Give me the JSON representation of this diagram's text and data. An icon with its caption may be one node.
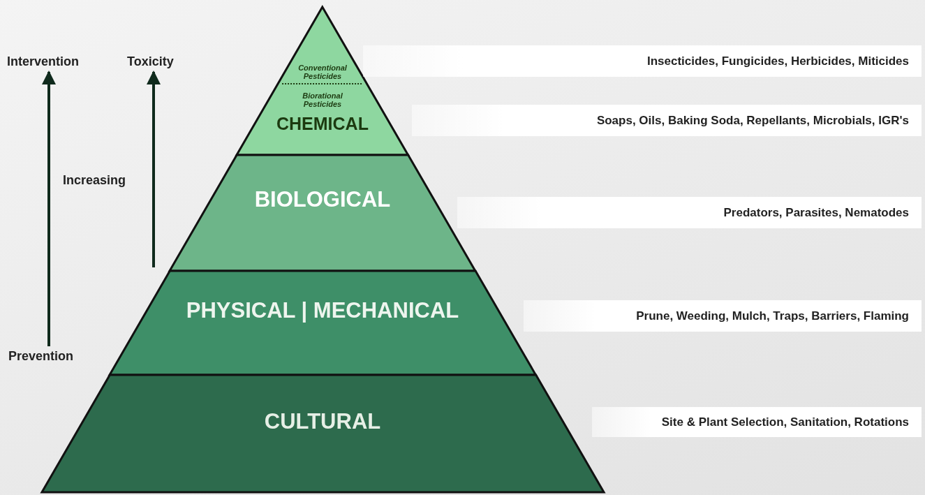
{
  "diagram": {
    "nodes": [
      {
        "text": [
          "Conventional Pesticides",
          "Biorational Pesticides",
          "CHEMICAL"
        ]
      },
      {
        "text": [
          "BIOLOGICAL"
        ]
      },
      {
        "text": [
          "PHYSICAL | MECHANICAL"
        ]
      },
      {
        "text": [
          "CULTURAL"
        ]
      },
      {
        "text": [
          "Insecticides, Fungicides, Herbicides, Miticides"
        ]
      },
      {
        "text": [
          "Soaps, Oils, Baking Soda, Repellants, Microbials, IGR's"
        ]
      },
      {
        "text": [
          "Predators, Parasites, Nematodes"
        ]
      },
      {
        "text": [
          "Prune, Weeding, Mulch, Traps, Barriers, Flaming"
        ]
      },
      {
        "text": [
          "Site & Plant Selection, Sanitation, Rotations"
        ]
      },
      {
        "text": [
          "Intervention"
        ]
      },
      {
        "text": [
          "Toxicity"
        ]
      },
      {
        "text": [
          "Prevention"
        ]
      }
    ],
    "edges": [
      {
        "from": 11,
        "to": 9,
        "arrow": "to"
      },
      {
        "from": null,
        "to": 10,
        "arrow": "to"
      }
    ],
    "labels": [
      "Increasing"
    ]
  }
}
